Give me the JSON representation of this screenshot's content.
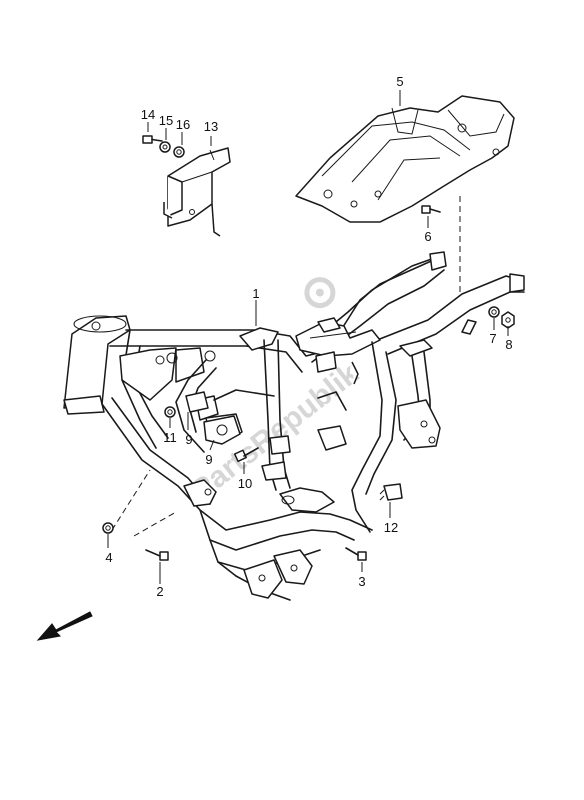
{
  "watermark": {
    "text": "PartsRepublik"
  },
  "callouts": {
    "c1": "1",
    "c2": "2",
    "c3": "3",
    "c4": "4",
    "c5": "5",
    "c6": "6",
    "c7": "7",
    "c8": "8",
    "c9a": "9",
    "c9b": "9",
    "c10": "10",
    "c11": "11",
    "c12": "12",
    "c13": "13",
    "c14": "14",
    "c15": "15",
    "c16": "16"
  },
  "icons": {
    "direction": "arrow-down-left-icon",
    "watermark_logo": "gear-icon"
  }
}
